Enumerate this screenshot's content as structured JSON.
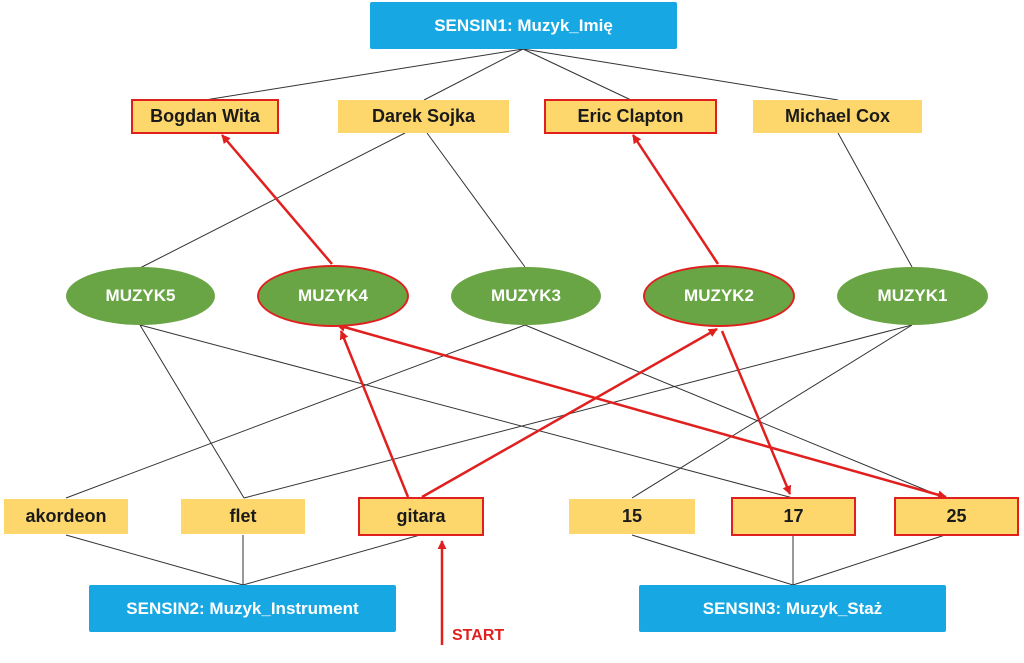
{
  "sensins": {
    "s1": "SENSIN1: Muzyk_Imię",
    "s2": "SENSIN2: Muzyk_Instrument",
    "s3": "SENSIN3: Muzyk_Staż"
  },
  "names": [
    "Bogdan Wita",
    "Darek Sojka",
    "Eric Clapton",
    "Michael Cox"
  ],
  "musicians": [
    "MUZYK5",
    "MUZYK4",
    "MUZYK3",
    "MUZYK2",
    "MUZYK1"
  ],
  "instruments": [
    "akordeon",
    "flet",
    "gitara"
  ],
  "seniority": [
    "15",
    "17",
    "25"
  ],
  "start_label": "START",
  "colors": {
    "sensin": "#17a8e3",
    "value": "#fdd76b",
    "muzyk": "#6aa545",
    "highlight": "#e0201f"
  }
}
